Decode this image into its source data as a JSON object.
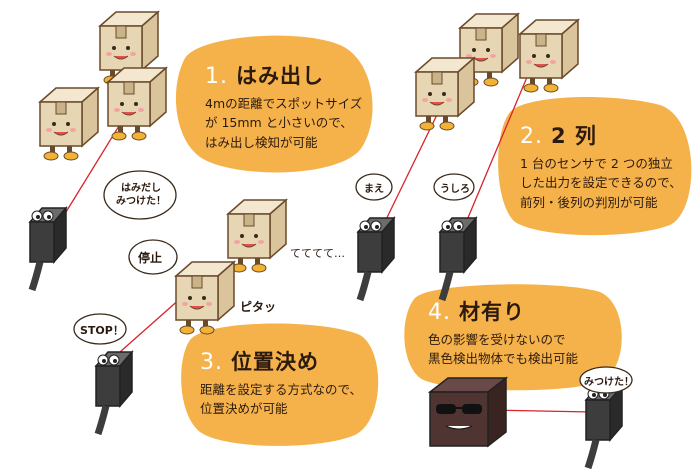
{
  "sections": [
    {
      "number": "1.",
      "title": "はみ出し",
      "lines": [
        "4mの距離でスポットサイズ",
        "が 15mm と小さいので、",
        "はみ出し検知が可能"
      ]
    },
    {
      "number": "2.",
      "title": "2 列",
      "lines": [
        "1 台のセンサで 2 つの独立",
        "した出力を設定できるので、",
        "前列・後列の判別が可能"
      ]
    },
    {
      "number": "3.",
      "title": "位置決め",
      "lines": [
        "距離を設定する方式なので、",
        "位置決めが可能"
      ]
    },
    {
      "number": "4.",
      "title": "材有り",
      "lines": [
        "色の影響を受けないので",
        "黒色検出物体でも検出可能"
      ]
    }
  ],
  "speech": {
    "found1": [
      "はみだし",
      "みつけた！"
    ],
    "stop_jp": "停止",
    "stop_en": "STOP！",
    "tetete": "てててて…",
    "pitatsu": "ピタッ",
    "mae": "まえ",
    "ushiro": "うしろ",
    "found2": "みつけた！"
  },
  "colors": {
    "bubble": "#f6b24a",
    "box": "#e6d6b4",
    "laser": "#d8232a",
    "sensor": "#3d3d3d"
  }
}
